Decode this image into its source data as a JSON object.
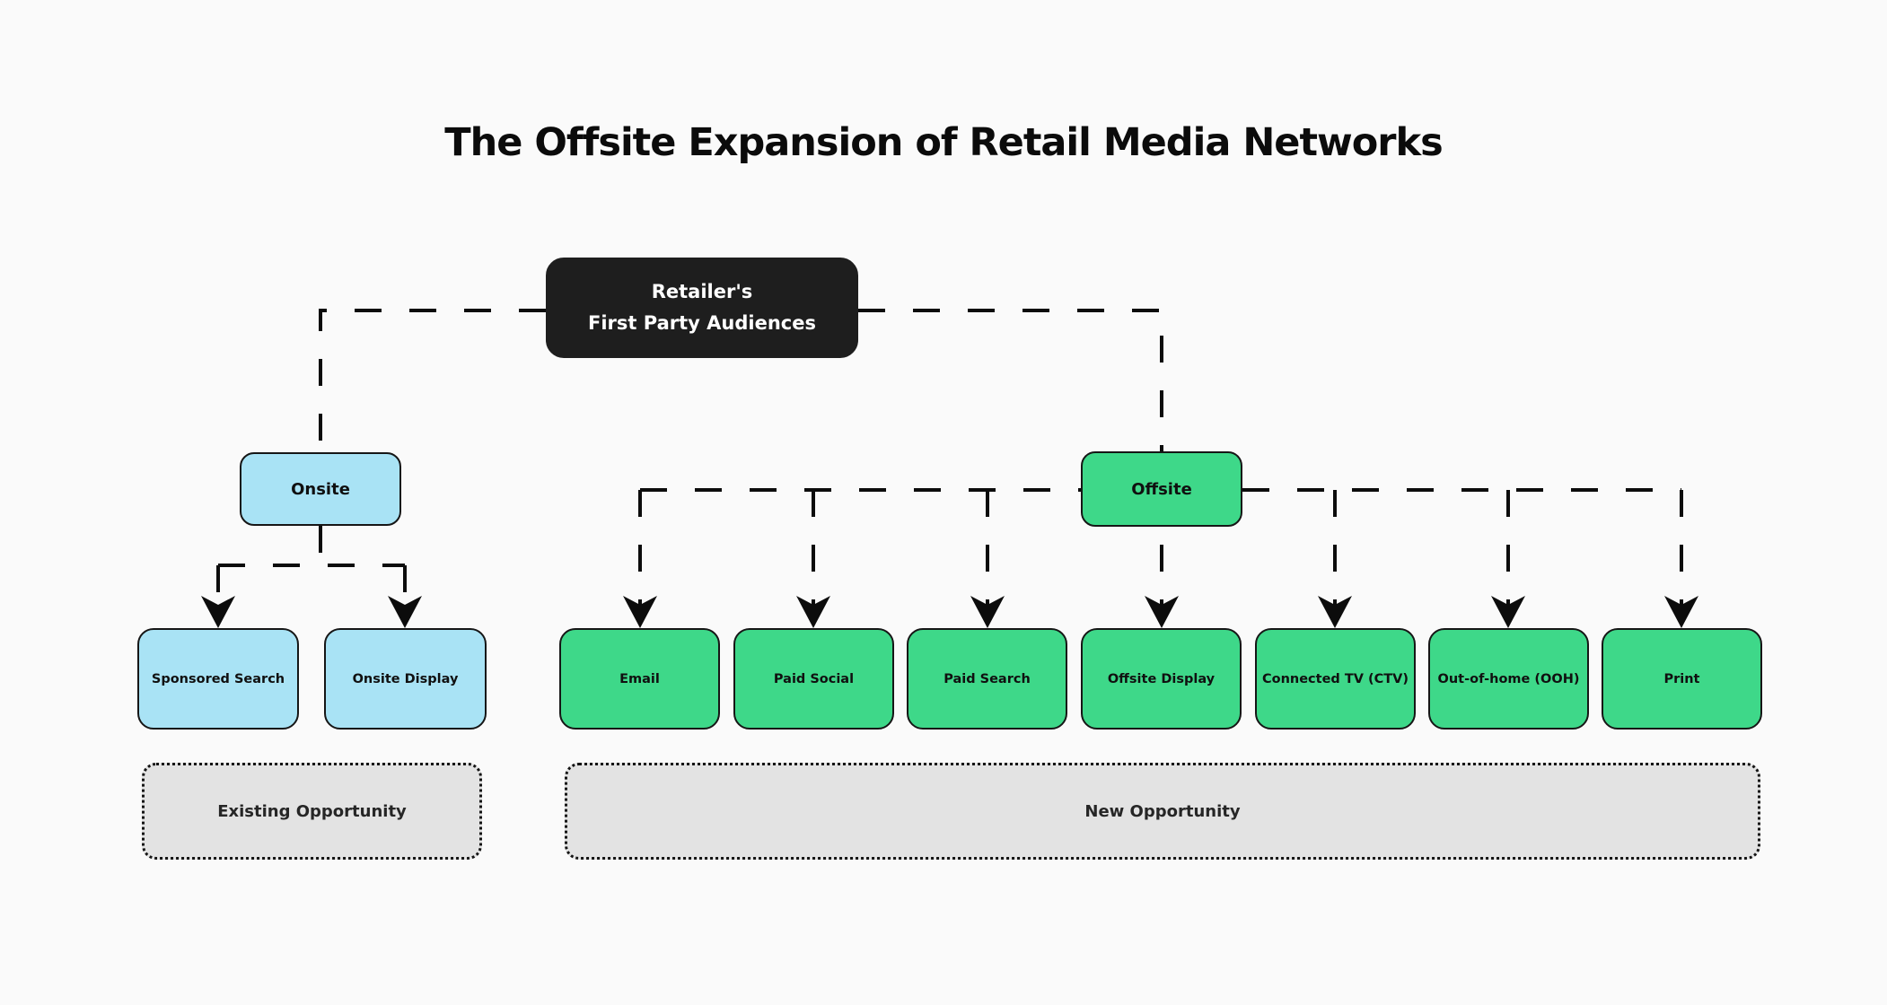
{
  "title": "The Offsite Expansion of Retail Media Networks",
  "root": {
    "label_line1": "Retailer's",
    "label_line2": "First Party Audiences"
  },
  "branches": {
    "onsite": {
      "label": "Onsite"
    },
    "offsite": {
      "label": "Offsite"
    }
  },
  "onsite_channels": [
    {
      "label": "Sponsored Search"
    },
    {
      "label": "Onsite Display"
    }
  ],
  "offsite_channels": [
    {
      "label": "Email"
    },
    {
      "label": "Paid Social"
    },
    {
      "label": "Paid Search"
    },
    {
      "label": "Offsite Display"
    },
    {
      "label": "Connected TV (CTV)"
    },
    {
      "label": "Out-of-home (OOH)"
    },
    {
      "label": "Print"
    }
  ],
  "zones": {
    "existing": {
      "label": "Existing Opportunity"
    },
    "new": {
      "label": "New Opportunity"
    }
  },
  "colors": {
    "background": "#fafafa",
    "root_fill": "#1e1e1e",
    "root_text": "#ffffff",
    "onsite_fill": "#a9e3f5",
    "offsite_fill": "#3ed889",
    "zone_fill": "#e3e3e3",
    "border": "#161616",
    "connector": "#0c0c0c"
  },
  "icons": {
    "arrowhead": "triangle-down"
  }
}
